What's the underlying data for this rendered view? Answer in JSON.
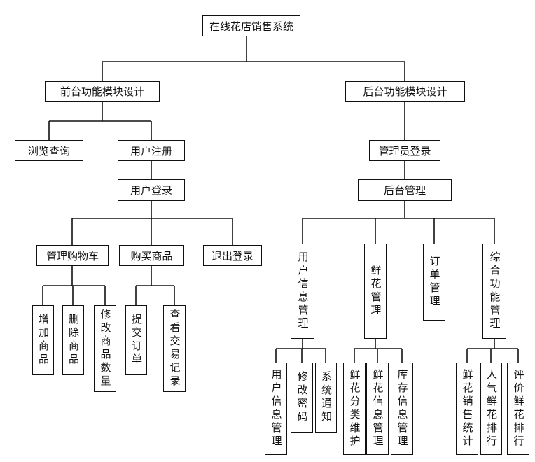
{
  "diagram": {
    "root": "在线花店销售系统",
    "front": {
      "title": "前台功能模块设计",
      "browse": "浏览查询",
      "register": "用户注册",
      "login": "用户登录",
      "cart": "管理购物车",
      "buy": "购买商品",
      "logout": "退出登录",
      "cart_items": [
        "增加商品",
        "删除商品",
        "修改商品数量"
      ],
      "buy_items": [
        "提交订单",
        "查看交易记录"
      ]
    },
    "back": {
      "title": "后台功能模块设计",
      "admin_login": "管理员登录",
      "admin_manage": "后台管理",
      "user_mgmt": "用户信息管理",
      "flower_mgmt": "鲜花管理",
      "order_mgmt": "订单管理",
      "combined": "综合功能管理",
      "user_items": [
        "用户信息管理",
        "修改密码",
        "系统通知"
      ],
      "flower_items": [
        "鲜花分类维护",
        "鲜花信息管理",
        "库存信息管理"
      ],
      "combined_items": [
        "鲜花销售统计",
        "人气鲜花排行",
        "评价鲜花排行"
      ]
    }
  }
}
